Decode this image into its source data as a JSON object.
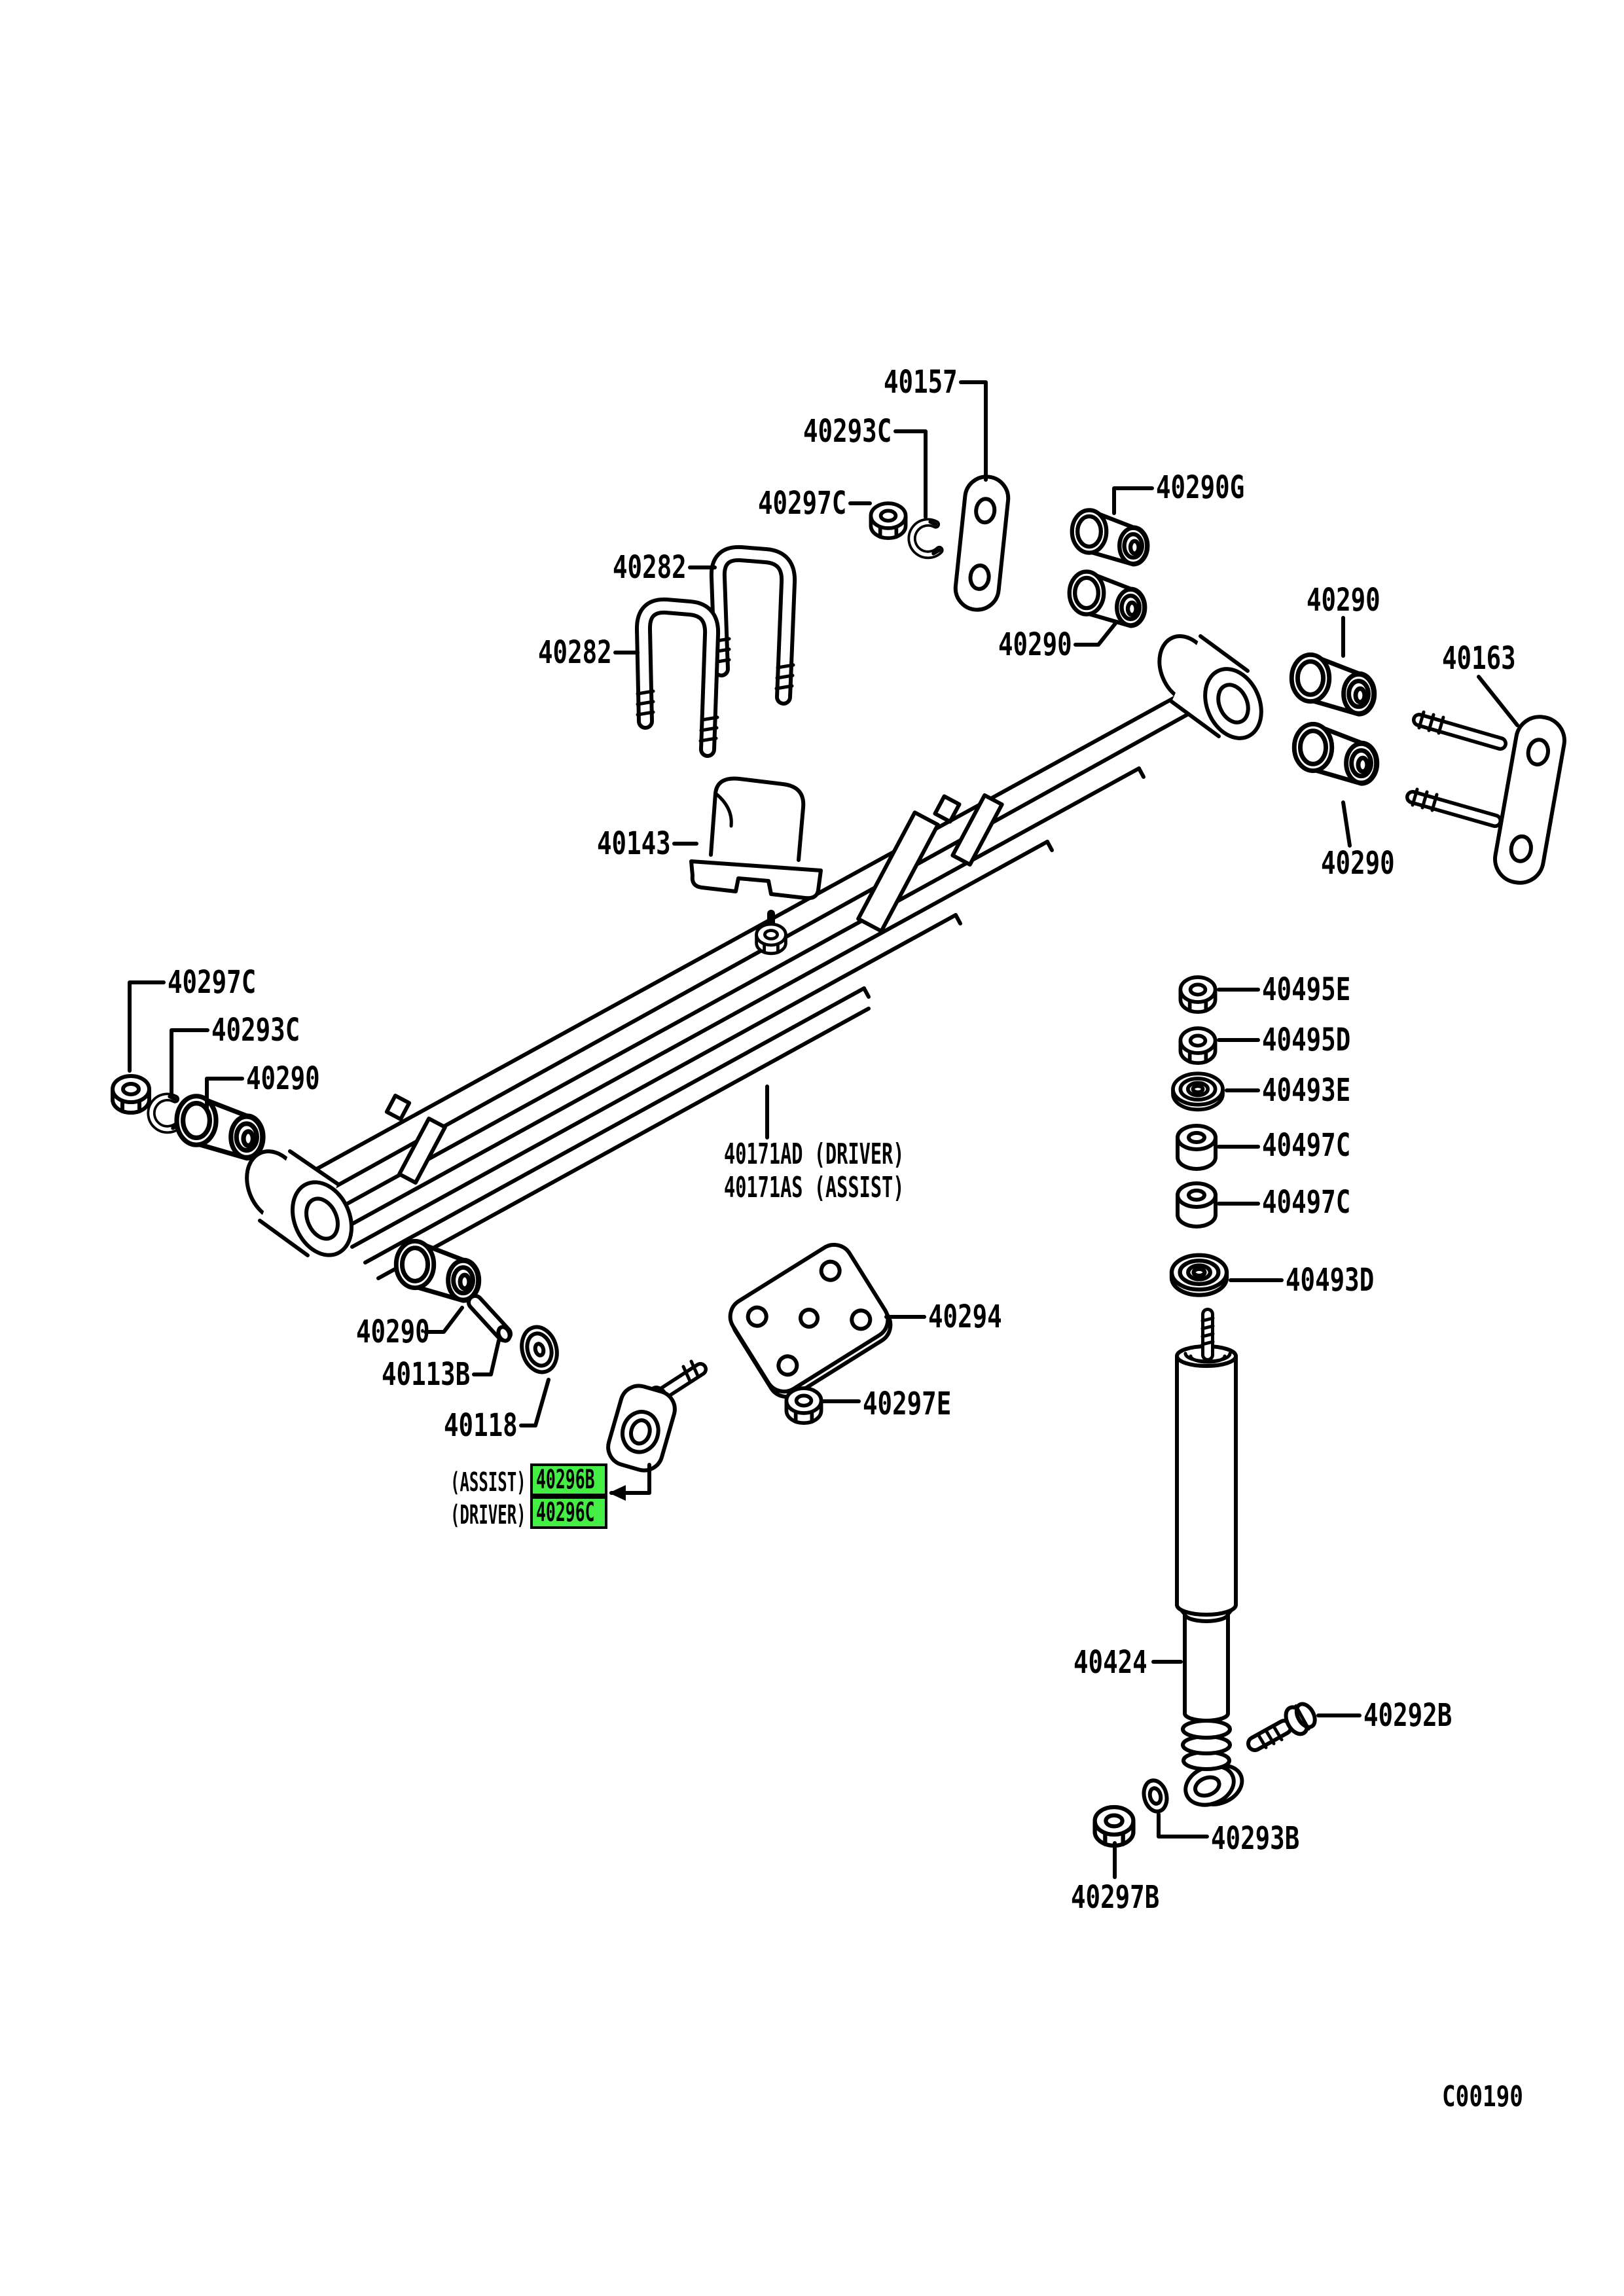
{
  "diagram": {
    "code": "C00190",
    "highlight_color": "#44ee44",
    "line_color": "#000000",
    "background": "#ffffff",
    "subject": "rear-leaf-spring-and-shock-absorber-exploded-view"
  },
  "labels": [
    {
      "id": "40157",
      "text": "40157"
    },
    {
      "id": "40293C-top",
      "text": "40293C"
    },
    {
      "id": "40297C-top",
      "text": "40297C"
    },
    {
      "id": "40282-upper",
      "text": "40282"
    },
    {
      "id": "40282-lower",
      "text": "40282"
    },
    {
      "id": "40143",
      "text": "40143"
    },
    {
      "id": "40290G",
      "text": "40290G"
    },
    {
      "id": "40290-shackle",
      "text": "40290"
    },
    {
      "id": "40290-right-upper",
      "text": "40290"
    },
    {
      "id": "40163",
      "text": "40163"
    },
    {
      "id": "40290-right-lower",
      "text": "40290"
    },
    {
      "id": "40495E",
      "text": "40495E"
    },
    {
      "id": "40495D",
      "text": "40495D"
    },
    {
      "id": "40493E",
      "text": "40493E"
    },
    {
      "id": "40497C-upper",
      "text": "40497C"
    },
    {
      "id": "40497C-lower",
      "text": "40497C"
    },
    {
      "id": "40493D",
      "text": "40493D"
    },
    {
      "id": "40297C-left",
      "text": "40297C"
    },
    {
      "id": "40293C-left",
      "text": "40293C"
    },
    {
      "id": "40290-left",
      "text": "40290"
    },
    {
      "id": "40171AD",
      "text": "40171AD (DRIVER)"
    },
    {
      "id": "40171AS",
      "text": "40171AS (ASSIST)"
    },
    {
      "id": "40290-bottom",
      "text": "40290"
    },
    {
      "id": "40113B",
      "text": "40113B"
    },
    {
      "id": "40118",
      "text": "40118"
    },
    {
      "id": "assist-prefix",
      "text": "(ASSIST)"
    },
    {
      "id": "40296B",
      "text": "40296B"
    },
    {
      "id": "driver-prefix",
      "text": "(DRIVER)"
    },
    {
      "id": "40296C",
      "text": "40296C"
    },
    {
      "id": "40294",
      "text": "40294"
    },
    {
      "id": "40297E",
      "text": "40297E"
    },
    {
      "id": "40424",
      "text": "40424"
    },
    {
      "id": "40292B",
      "text": "40292B"
    },
    {
      "id": "40293B",
      "text": "40293B"
    },
    {
      "id": "40297B",
      "text": "40297B"
    },
    {
      "id": "diagram-code",
      "text": "C00190"
    }
  ]
}
